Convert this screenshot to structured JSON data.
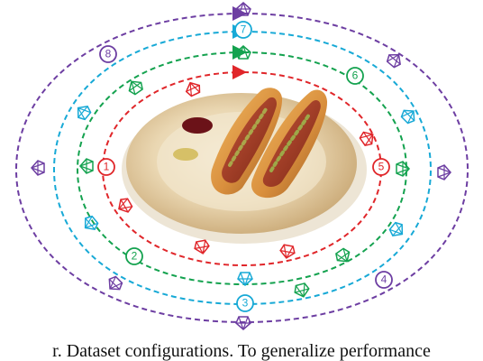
{
  "caption": "r. Dataset configurations. To generalize performance",
  "colors": {
    "red": "#e0262a",
    "green": "#14a24f",
    "cyan": "#17a9d6",
    "purple": "#6d3ea2",
    "plate": "#dfc89d",
    "plate_center": "#f1e5c8",
    "bun": "#d88a38",
    "sausage": "#a33e22",
    "mustard": "#b0b24a"
  },
  "labels": [
    "1",
    "2",
    "3",
    "4",
    "5",
    "6",
    "7",
    "8"
  ],
  "icon_names": [
    "camera-icon"
  ],
  "description_free_diagram": true
}
